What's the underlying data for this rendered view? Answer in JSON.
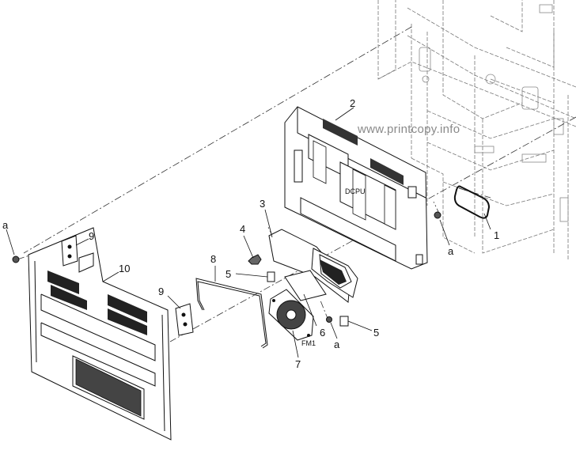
{
  "watermark": "www.printcopy.info",
  "board_label": "DCPU",
  "fan_label": "FM1",
  "callouts": {
    "c1": "1",
    "c2": "2",
    "c3": "3",
    "c4": "4",
    "c5a": "5",
    "c5b": "5",
    "c6": "6",
    "c7": "7",
    "c8": "8",
    "c9a": "9",
    "c9b": "9",
    "c10": "10",
    "ca1": "a",
    "ca2": "a",
    "ca3": "a"
  }
}
